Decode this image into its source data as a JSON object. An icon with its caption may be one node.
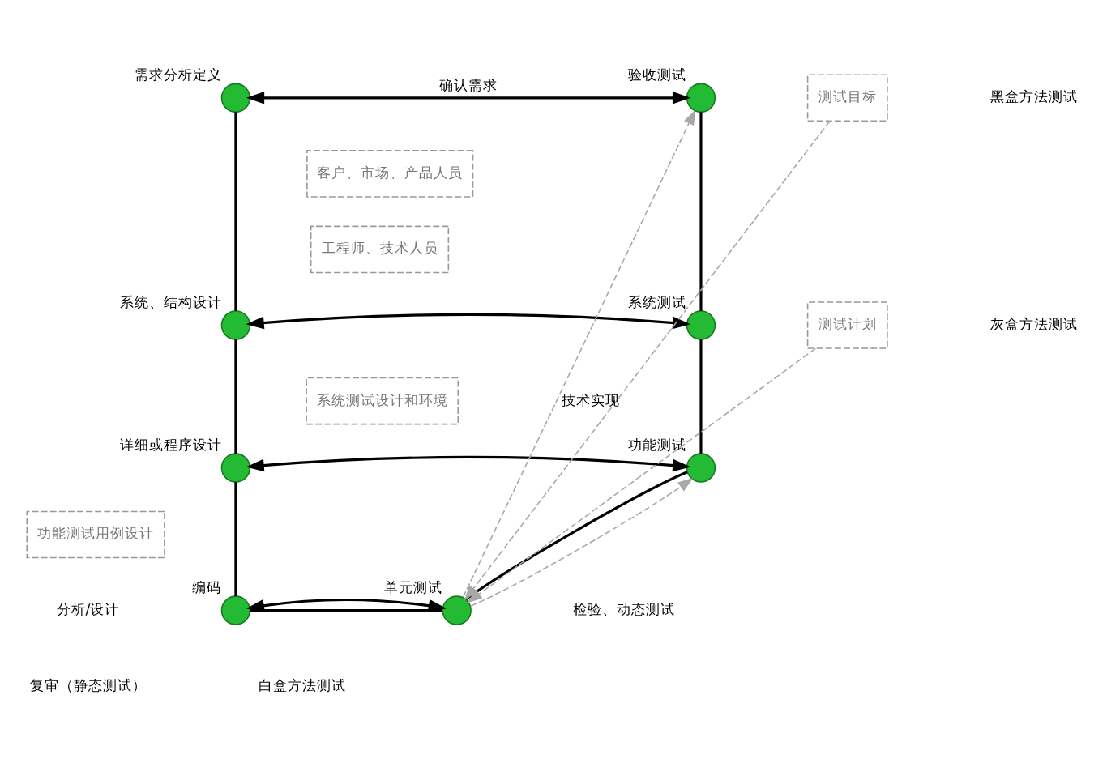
{
  "diagram": {
    "nodes": [
      {
        "text": [],
        "shape": "circle",
        "beside": [
          "需求分析定义"
        ]
      },
      {
        "text": [],
        "shape": "circle",
        "beside": [
          "系统、结构设计"
        ]
      },
      {
        "text": [],
        "shape": "circle",
        "beside": [
          "详细或程序设计"
        ]
      },
      {
        "text": [],
        "shape": "circle",
        "beside": [
          "编码"
        ]
      },
      {
        "text": [],
        "shape": "circle",
        "beside": [
          "单元测试"
        ]
      },
      {
        "text": [],
        "shape": "circle",
        "beside": [
          "功能测试"
        ]
      },
      {
        "text": [],
        "shape": "circle",
        "beside": [
          "系统测试"
        ]
      },
      {
        "text": [],
        "shape": "circle",
        "beside": [
          "验收测试"
        ]
      },
      {
        "text": [
          "客户、市场、产品人员"
        ]
      },
      {
        "text": [
          "工程师、技术人员"
        ]
      },
      {
        "text": [
          "测试目标"
        ]
      },
      {
        "text": [
          "测试计划"
        ]
      },
      {
        "text": [
          "系统测试设计和环境"
        ]
      },
      {
        "text": [
          "功能测试用例设计"
        ]
      }
    ],
    "edges": [
      {
        "from": 0,
        "to": 1,
        "arrow": "none"
      },
      {
        "from": 1,
        "to": 2,
        "arrow": "none"
      },
      {
        "from": 2,
        "to": 3,
        "arrow": "none"
      },
      {
        "from": 3,
        "to": 4,
        "arrow": "none"
      },
      {
        "from": 4,
        "to": 5,
        "arrow": "none"
      },
      {
        "from": 5,
        "to": 6,
        "arrow": "none"
      },
      {
        "from": 6,
        "to": 7,
        "arrow": "none"
      },
      {
        "from": 0,
        "to": 7,
        "arrow": "both",
        "label": "确认需求"
      },
      {
        "from": 1,
        "to": 6,
        "arrow": "both"
      },
      {
        "from": 2,
        "to": 5,
        "arrow": "both"
      },
      {
        "from": 3,
        "to": 4,
        "arrow": "both"
      },
      {
        "from": 4,
        "to": 7,
        "arrow": "to",
        "style": "dashed",
        "color": "#a8a8a8"
      },
      {
        "from": 4,
        "to": 5,
        "arrow": "to",
        "style": "dashed",
        "color": "#a8a8a8"
      },
      {
        "from": 10,
        "to": 4,
        "arrow": "to",
        "style": "dashed",
        "color": "#a8a8a8"
      },
      {
        "from": 11,
        "to": 4,
        "arrow": "to",
        "style": "dashed",
        "color": "#a8a8a8"
      }
    ],
    "labels": [
      "技术实现",
      "黑盒方法测试",
      "灰盒方法测试",
      "分析/设计",
      "复审（静态测试）",
      "检验、动态测试",
      "白盒方法测试"
    ]
  }
}
